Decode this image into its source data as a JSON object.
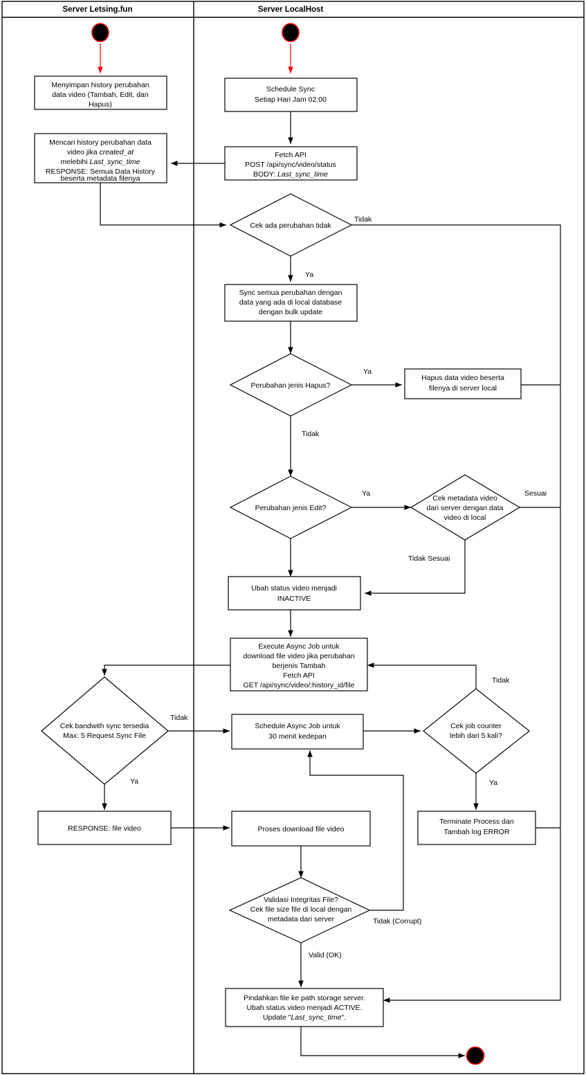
{
  "diagram": {
    "type": "swimlane-flowchart",
    "title": "Video Sync Process Flow",
    "lanes": [
      {
        "id": "lane-left",
        "label": "Server Letsing.fun"
      },
      {
        "id": "lane-right",
        "label": "Server LocalHost"
      }
    ],
    "terminals": [
      {
        "id": "start-left",
        "kind": "start",
        "lane": "lane-left",
        "label": ""
      },
      {
        "id": "start-right",
        "kind": "start",
        "lane": "lane-right",
        "label": ""
      },
      {
        "id": "end-right",
        "kind": "end",
        "lane": "lane-right",
        "label": ""
      }
    ],
    "nodes": [
      {
        "id": "n-simpan-history",
        "shape": "process",
        "lane": "lane-left",
        "lines": [
          {
            "text": "Menyimpan history perubahan",
            "italic": false
          },
          {
            "text": "data video (Tambah, Edit, dan",
            "italic": false
          },
          {
            "text": "Hapus)",
            "italic": false
          }
        ]
      },
      {
        "id": "n-mencari-history",
        "shape": "process",
        "lane": "lane-left",
        "lines": [
          {
            "text": "Mencari history perubahan data",
            "italic": false
          },
          {
            "text": "video jika ",
            "italic": false,
            "tail": "created_at",
            "tailItalic": true
          },
          {
            "text": "melebihi ",
            "italic": false,
            "tail": "Last_sync_time",
            "tailItalic": true
          },
          {
            "text": "RESPONSE: Semua Data History",
            "italic": false
          },
          {
            "text": "beserta metadata filenya",
            "italic": false
          }
        ]
      },
      {
        "id": "n-schedule-sync",
        "shape": "process",
        "lane": "lane-right",
        "lines": [
          {
            "text": "Schedule Sync",
            "italic": false
          },
          {
            "text": "Setiap Hari Jam 02:00",
            "italic": false
          }
        ]
      },
      {
        "id": "n-fetch-api",
        "shape": "process",
        "lane": "lane-right",
        "lines": [
          {
            "text": "Fetch API",
            "italic": false
          },
          {
            "text": "POST /api/sync/video/status",
            "italic": false
          },
          {
            "text": "BODY: ",
            "italic": false,
            "tail": "Last_sync_time",
            "tailItalic": true
          }
        ]
      },
      {
        "id": "d-cek-perubahan",
        "shape": "decision",
        "lane": "lane-right",
        "lines": [
          {
            "text": "Cek ada perubahan tidak",
            "italic": false
          }
        ]
      },
      {
        "id": "n-sync-bulk",
        "shape": "process",
        "lane": "lane-right",
        "lines": [
          {
            "text": "Sync semua perubahan dengan",
            "italic": false
          },
          {
            "text": "data yang ada di local database",
            "italic": false
          },
          {
            "text": "dengan bulk update",
            "italic": false
          }
        ]
      },
      {
        "id": "d-jenis-hapus",
        "shape": "decision",
        "lane": "lane-right",
        "lines": [
          {
            "text": "Perubahan jenis Hapus?",
            "italic": false
          }
        ]
      },
      {
        "id": "n-hapus-data",
        "shape": "process",
        "lane": "lane-right",
        "lines": [
          {
            "text": "Hapus data video beserta",
            "italic": false
          },
          {
            "text": "filenya di server local",
            "italic": false
          }
        ]
      },
      {
        "id": "d-jenis-edit",
        "shape": "decision",
        "lane": "lane-right",
        "lines": [
          {
            "text": "Perubahan jenis Edit?",
            "italic": false
          }
        ]
      },
      {
        "id": "d-cek-metadata",
        "shape": "decision",
        "lane": "lane-right",
        "lines": [
          {
            "text": "Cek metadata video",
            "italic": false
          },
          {
            "text": "dari server dengan data",
            "italic": false
          },
          {
            "text": "video di local",
            "italic": false
          }
        ]
      },
      {
        "id": "n-status-inactive",
        "shape": "process",
        "lane": "lane-right",
        "lines": [
          {
            "text": "Ubah status video menjadi",
            "italic": false
          },
          {
            "text": "INACTIVE",
            "italic": false
          }
        ]
      },
      {
        "id": "n-execute-async",
        "shape": "process",
        "lane": "lane-right",
        "lines": [
          {
            "text": "Execute Async Job untuk",
            "italic": false
          },
          {
            "text": "download file video jika perubahan",
            "italic": false
          },
          {
            "text": "berjenis Tambah",
            "italic": false
          },
          {
            "text": "Fetch API",
            "italic": false
          },
          {
            "text": "GET /api/sync/video/:history_id/file",
            "italic": false
          }
        ]
      },
      {
        "id": "d-cek-bandwith",
        "shape": "decision",
        "lane": "lane-left",
        "lines": [
          {
            "text": "Cek bandwith sync tersedia",
            "italic": false
          },
          {
            "text": "Max: 5 Request Sync File",
            "italic": false
          }
        ]
      },
      {
        "id": "n-schedule-async",
        "shape": "process",
        "lane": "lane-right",
        "lines": [
          {
            "text": "Schedule Async Job untuk",
            "italic": false
          },
          {
            "text": "30 menit kedepan",
            "italic": false
          }
        ]
      },
      {
        "id": "d-cek-job-counter",
        "shape": "decision",
        "lane": "lane-right",
        "lines": [
          {
            "text": "Cek job counter",
            "italic": false
          },
          {
            "text": "lebih dari 5 kali?",
            "italic": false
          }
        ]
      },
      {
        "id": "n-response-file",
        "shape": "process",
        "lane": "lane-left",
        "lines": [
          {
            "text": "RESPONSE: file video",
            "italic": false
          }
        ]
      },
      {
        "id": "n-proses-download",
        "shape": "process",
        "lane": "lane-right",
        "lines": [
          {
            "text": "Proses download file video",
            "italic": false
          }
        ]
      },
      {
        "id": "n-terminate",
        "shape": "process",
        "lane": "lane-right",
        "lines": [
          {
            "text": "Terminate Process dan",
            "italic": false
          },
          {
            "text": "Tambah log ERROR",
            "italic": false
          }
        ]
      },
      {
        "id": "d-validasi",
        "shape": "decision",
        "lane": "lane-right",
        "lines": [
          {
            "text": "Validasi Integritas File?",
            "italic": false
          },
          {
            "text": "Cek file size file di local dengan",
            "italic": false
          },
          {
            "text": "metadata dari server",
            "italic": false
          }
        ]
      },
      {
        "id": "n-pindahkan",
        "shape": "process",
        "lane": "lane-right",
        "lines": [
          {
            "text": "Pindahkan file ke path storage server.",
            "italic": false
          },
          {
            "text": "Ubah status video menjadi ACTIVE.",
            "italic": false
          },
          {
            "text": "Update \"",
            "italic": false,
            "tail": "Last_sync_time",
            "tailItalic": true,
            "post": "\"."
          }
        ]
      }
    ],
    "edge_labels": [
      {
        "id": "lbl-tidak-perubahan",
        "text": "Tidak"
      },
      {
        "id": "lbl-ya-perubahan",
        "text": "Ya"
      },
      {
        "id": "lbl-ya-hapus",
        "text": "Ya"
      },
      {
        "id": "lbl-tidak-hapus",
        "text": "Tidak"
      },
      {
        "id": "lbl-ya-edit",
        "text": "Ya"
      },
      {
        "id": "lbl-sesuai",
        "text": "Sesuai"
      },
      {
        "id": "lbl-tidak-sesuai",
        "text": "Tidak Sesuai"
      },
      {
        "id": "lbl-tidak-bandwith",
        "text": "Tidak"
      },
      {
        "id": "lbl-ya-bandwith",
        "text": "Ya"
      },
      {
        "id": "lbl-tidak-counter",
        "text": "Tidak"
      },
      {
        "id": "lbl-ya-counter",
        "text": "Ya"
      },
      {
        "id": "lbl-tidak-corrupt",
        "text": "Tidak (Corrupt)"
      },
      {
        "id": "lbl-valid-ok",
        "text": "Valid (OK)"
      }
    ],
    "colors": {
      "stroke": "#000000",
      "background": "#ffffff",
      "terminal_fill": "#000000",
      "terminal_ring": "#ff0000",
      "start_arrow": "#ff0000"
    }
  }
}
